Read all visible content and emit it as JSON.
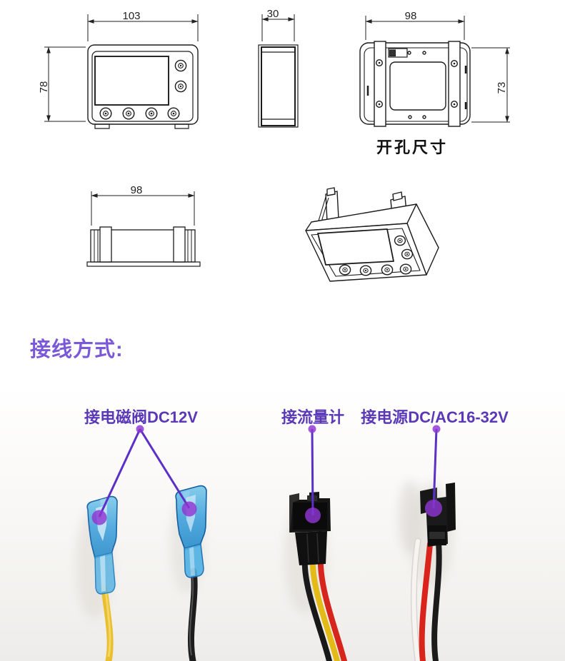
{
  "colors": {
    "drawing_line": "#1c1c1c",
    "heading_purple": "#7a58d8",
    "label_purple": "#5a38b6",
    "leader_purple": "#5c2fc6",
    "dot_purple": "#8f36d2",
    "connector_blue": "#4aa6dd",
    "wire_yellow": "#e9bf2e",
    "wire_red": "#da231b",
    "wire_black": "#1b1b1b",
    "wire_white": "#f6f4f1"
  },
  "drawings": {
    "front_view": {
      "width_dim": "103",
      "height_dim": "78"
    },
    "side_view": {
      "width_dim": "30"
    },
    "back_view": {
      "width_dim": "98",
      "height_dim": "73",
      "caption": "开孔尺寸"
    },
    "top_view": {
      "width_dim": "98"
    }
  },
  "wiring": {
    "heading": "接线方式:",
    "labels": {
      "solenoid": "接电磁阀DC12V",
      "flow_meter": "接流量计",
      "power": "接电源DC/AC16-32V"
    }
  }
}
